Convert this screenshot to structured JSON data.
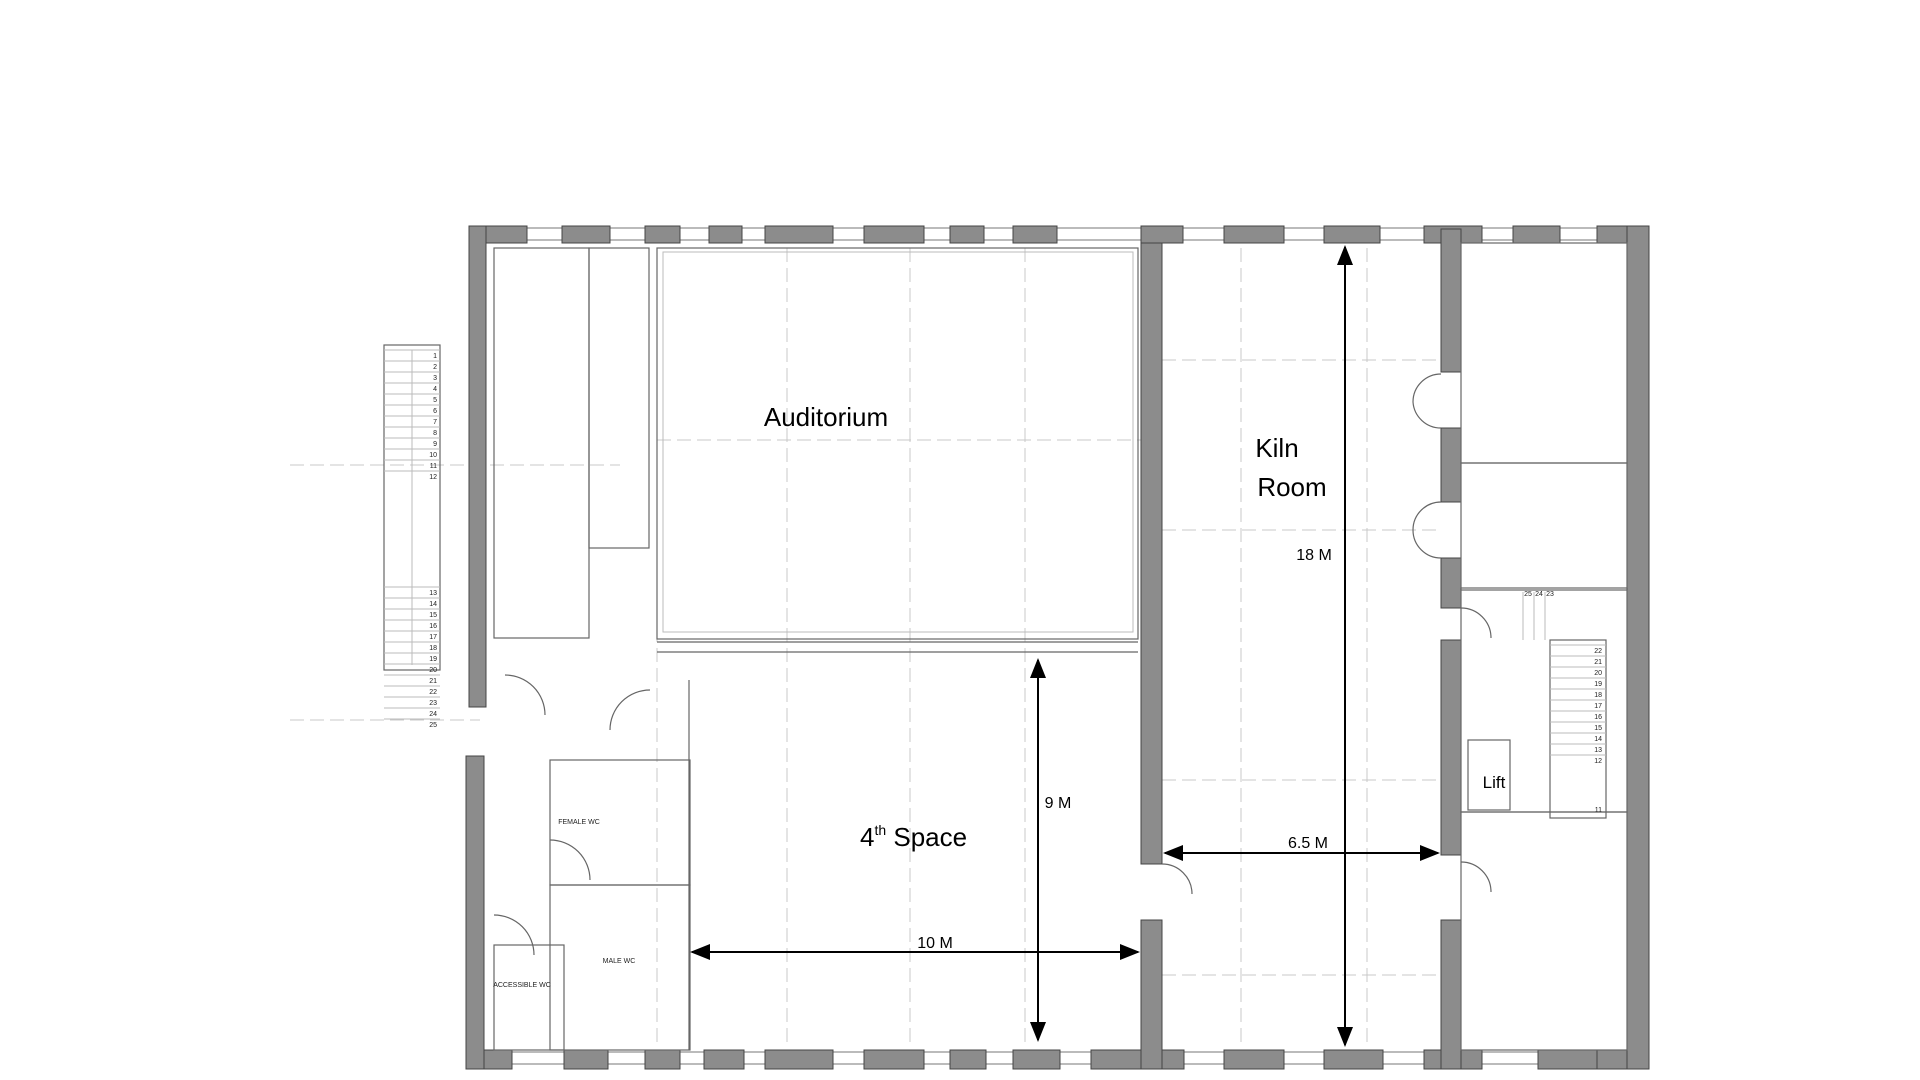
{
  "rooms": {
    "auditorium": "Auditorium",
    "kiln_line1": "Kiln",
    "kiln_line2": "Room",
    "fourth_space_base": "4",
    "fourth_space_sup": "th",
    "fourth_space_rest": " Space",
    "lift": "Lift",
    "female_wc": "FEMALE WC",
    "male_wc": "MALE WC",
    "accessible_wc": "ACCESSIBLE WC"
  },
  "dimensions": {
    "kiln_length": "18 M",
    "fourth_space_depth": "9 M",
    "kiln_width": "6.5 M",
    "fourth_space_width": "10 M"
  },
  "stairs": {
    "left_steps": [
      "1",
      "2",
      "3",
      "4",
      "5",
      "6",
      "7",
      "8",
      "9",
      "10",
      "11",
      "12",
      "13",
      "14",
      "15",
      "16",
      "17",
      "18",
      "19",
      "20",
      "21",
      "22",
      "23",
      "24",
      "25"
    ],
    "right_steps": [
      "22",
      "21",
      "20",
      "19",
      "18",
      "17",
      "16",
      "15",
      "14",
      "13",
      "12"
    ],
    "right_landing": "11",
    "right_top": [
      "25",
      "24",
      "23"
    ]
  },
  "colors": {
    "wall": "#8c8c8c",
    "line": "#666666",
    "dimension": "#000000"
  }
}
